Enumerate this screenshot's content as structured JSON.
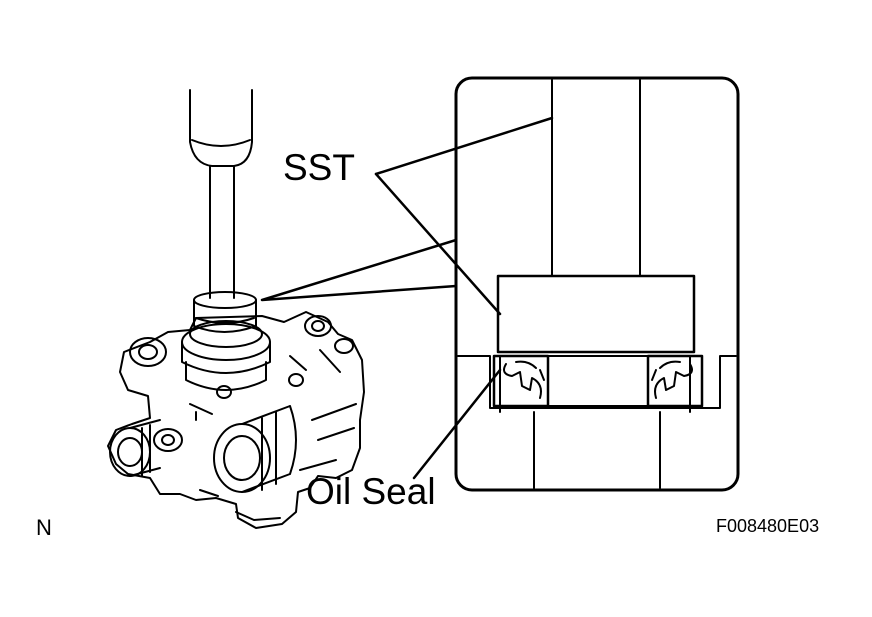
{
  "labels": {
    "sst": "SST",
    "oil_seal": "Oil Seal",
    "corner_mark": "N",
    "figure_code": "F008480E03"
  },
  "colors": {
    "ink": "#000000",
    "paper": "#ffffff"
  }
}
